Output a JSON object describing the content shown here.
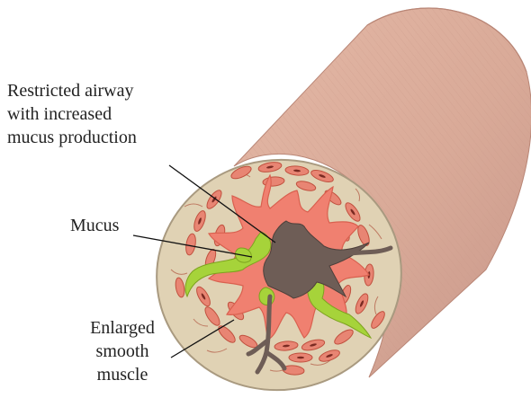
{
  "labels": {
    "airway": [
      "Restricted airway",
      "with increased",
      "mucus production"
    ],
    "mucus": "Mucus",
    "muscle": [
      "Enlarged",
      "smooth",
      "muscle"
    ]
  },
  "colors": {
    "tube_outer": "#d9aa98",
    "tube_dark": "#c99484",
    "face": "#e0d2b4",
    "face_edge": "#a99a80",
    "tissue": "#f08070",
    "tissue_dark": "#d9604f",
    "mucus": "#a6d33a",
    "lumen": "#6e5d56",
    "label_text": "#222222",
    "leader": "#111111"
  }
}
